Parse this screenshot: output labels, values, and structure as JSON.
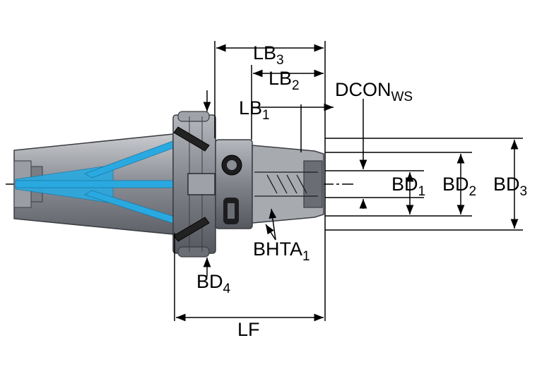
{
  "diagram": {
    "labels": {
      "lb3": {
        "main": "LB",
        "sub": "3"
      },
      "lb2": {
        "main": "LB",
        "sub": "2"
      },
      "lb1": {
        "main": "LB",
        "sub": "1"
      },
      "dcon": {
        "main": "DCON",
        "sub": "WS"
      },
      "bd1": {
        "main": "BD",
        "sub": "1"
      },
      "bd2": {
        "main": "BD",
        "sub": "2"
      },
      "bd3": {
        "main": "BD",
        "sub": "3"
      },
      "bhta": {
        "main": "BHTA",
        "sub": "1"
      },
      "bd4": {
        "main": "BD",
        "sub": "4"
      },
      "lf": {
        "main": "LF",
        "sub": ""
      }
    },
    "colors": {
      "body_gray": "#8a8d94",
      "body_dark": "#5c5f66",
      "coolant_blue": "#2aa9e0",
      "line_black": "#000000"
    }
  }
}
